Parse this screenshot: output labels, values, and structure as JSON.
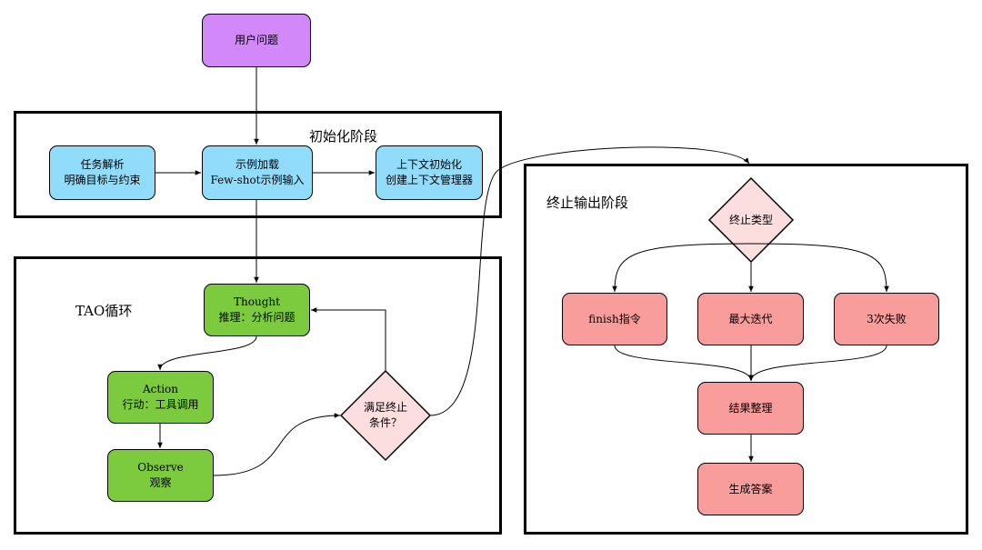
{
  "start": {
    "label": "用户问题"
  },
  "init_stage": {
    "title": "初始化阶段",
    "nodes": {
      "task": {
        "line1": "任务解析",
        "line2": "明确目标与约束"
      },
      "example": {
        "line1": "示例加载",
        "line2": "Few-shot示例输入"
      },
      "context": {
        "line1": "上下文初始化",
        "line2": "创建上下文管理器"
      }
    }
  },
  "tao_loop": {
    "title": "TAO循环",
    "nodes": {
      "thought": {
        "line1": "Thought",
        "line2": "推理：分析问题"
      },
      "action": {
        "line1": "Action",
        "line2": "行动：工具调用"
      },
      "observe": {
        "line1": "Observe",
        "line2": "观察"
      }
    },
    "decision": {
      "line1": "满足终止",
      "line2": "条件？"
    }
  },
  "end_stage": {
    "title": "终止输出阶段",
    "decision": {
      "label": "终止类型"
    },
    "nodes": {
      "finish": {
        "label": "finish指令"
      },
      "max_iter": {
        "label": "最大迭代"
      },
      "fail": {
        "label": "3次失败"
      },
      "organize": {
        "label": "结果整理"
      },
      "answer": {
        "label": "生成答案"
      }
    }
  },
  "colors": {
    "start": "#d288f8",
    "init_nodes": "#91dcfb",
    "tao_nodes": "#7ccb3f",
    "decision": "#fcdede",
    "end_nodes": "#f89c9c",
    "frame_border": "#000000"
  }
}
